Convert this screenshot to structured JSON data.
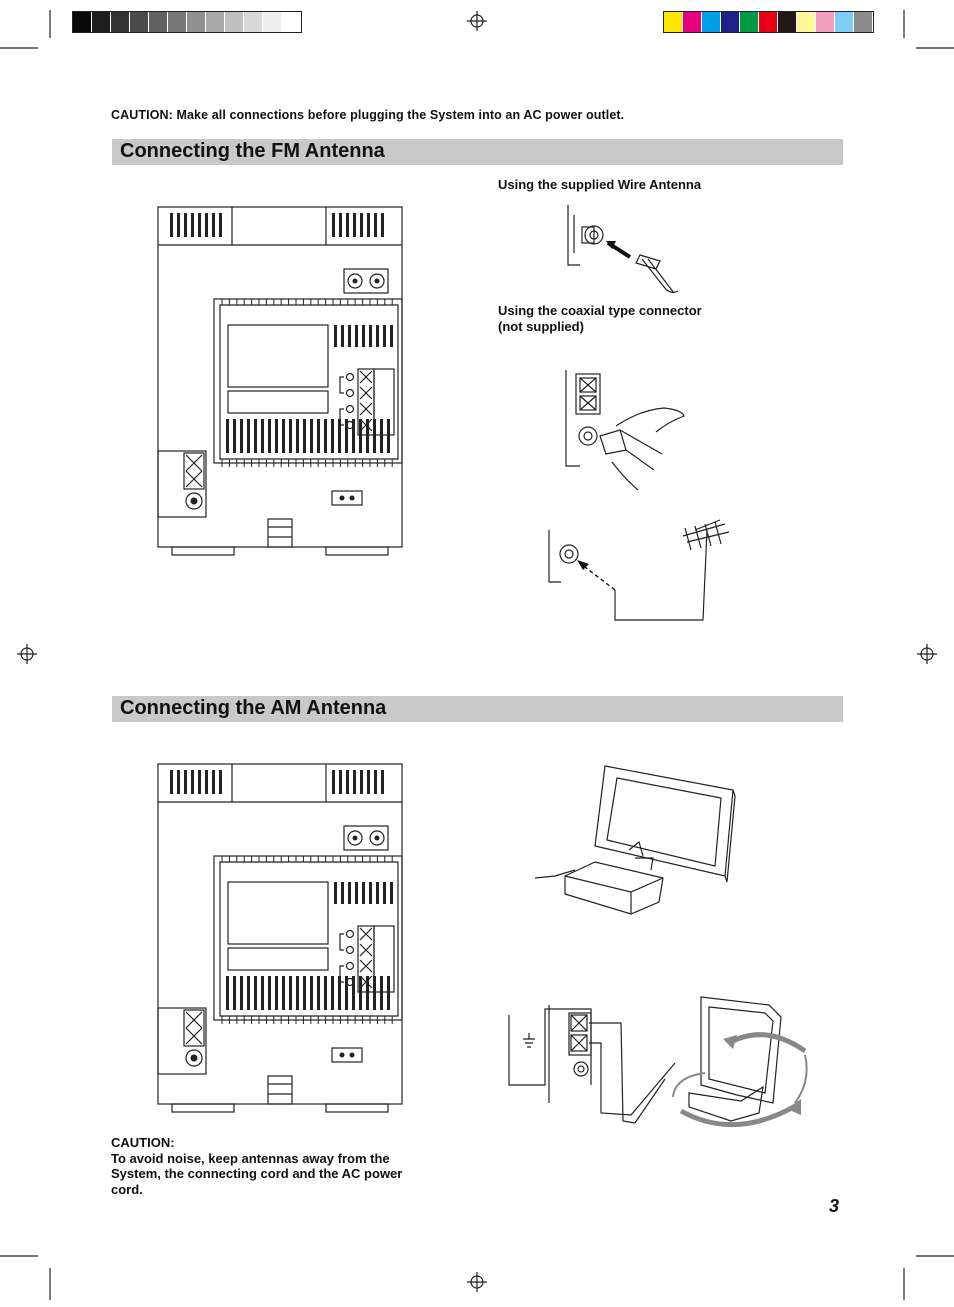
{
  "caution_top": "CAUTION: Make all connections before plugging the System into an AC power outlet.",
  "fm_section": {
    "title": "Connecting the FM Antenna",
    "wire_caption": "Using the supplied Wire Antenna",
    "coax_caption_line1": "Using the coaxial type connector",
    "coax_caption_line2": "(not supplied)"
  },
  "am_section": {
    "title": "Connecting the AM Antenna"
  },
  "caution_bottom": {
    "heading": "CAUTION:",
    "line1": "To avoid noise, keep antennas away from the",
    "line2": "System, the connecting cord and the AC power",
    "line3": "cord."
  },
  "page_number": "3",
  "icons": {
    "registration": "registration-mark-icon",
    "plus": "⊕",
    "minus": "⊖",
    "ac": "~"
  },
  "colors": {
    "section_bg": "#c9c9c9",
    "gray_swatches": [
      "#0a0a0a",
      "#1e1e1e",
      "#333333",
      "#4a4a4a",
      "#616161",
      "#787878",
      "#909090",
      "#a8a8a8",
      "#c0c0c0",
      "#d8d8d8",
      "#eeeeee",
      "#ffffff"
    ],
    "color_swatches": [
      "#ffe600",
      "#e6007e",
      "#00a0e9",
      "#1d2088",
      "#009944",
      "#e60012",
      "#231815",
      "#fff799",
      "#f19ec2",
      "#7ecef4",
      "#8c8c8c"
    ]
  }
}
